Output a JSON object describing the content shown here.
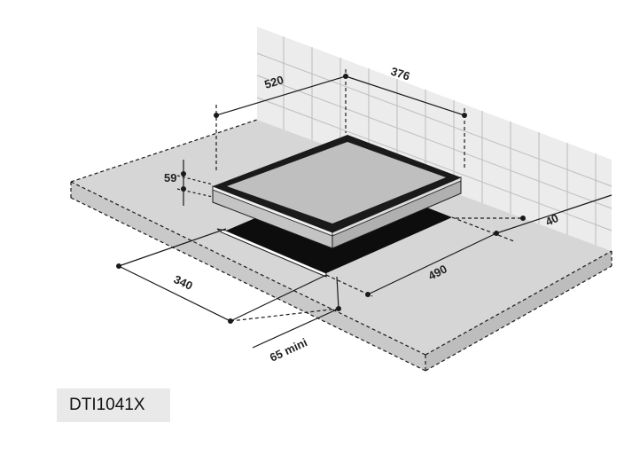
{
  "dimensions": {
    "wall_depth": "520",
    "hob_depth": "376",
    "hob_height": "59",
    "wall_clearance": "40",
    "cutout_width": "490",
    "cutout_depth": "340",
    "front_clearance": "65 mini"
  },
  "model_label": "DTI1041X",
  "colors": {
    "worktop": "#d6d6d6",
    "wall_tiles": "#ececec",
    "tile_lines": "#bdbdbd",
    "glass": "#bfbfbf",
    "hob_frame": "#1a1a1a",
    "cutout": "#0d0d0d",
    "dimension_lines": "#1a1a1a"
  }
}
